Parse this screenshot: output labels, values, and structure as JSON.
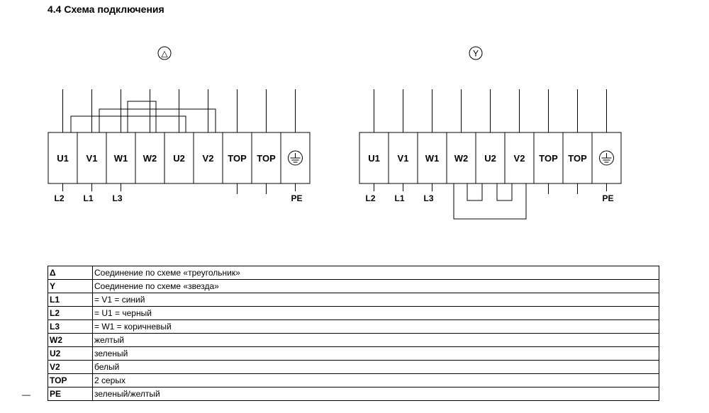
{
  "heading": "4.4 Схема подключения",
  "delta_symbol": "△",
  "star_symbol": "Y",
  "left_terminals": [
    "U1",
    "V1",
    "W1",
    "W2",
    "U2",
    "V2",
    "TOP",
    "TOP"
  ],
  "right_terminals": [
    "U1",
    "V1",
    "W1",
    "W2",
    "U2",
    "V2",
    "TOP",
    "TOP"
  ],
  "left_bottom_labels": [
    "L2",
    "L1",
    "L3",
    "PE"
  ],
  "right_bottom_labels": [
    "L2",
    "L1",
    "L3",
    "PE"
  ],
  "earth_icon": "ground-icon",
  "legend": [
    {
      "code": "Δ",
      "desc": "Соединение по схеме «треугольник»"
    },
    {
      "code": "Y",
      "desc": "Соединение по схеме «звезда»"
    },
    {
      "code": "L1",
      "desc": "= V1 = синий"
    },
    {
      "code": "L2",
      "desc": "= U1 = черный"
    },
    {
      "code": "L3",
      "desc": "= W1 = коричневый"
    },
    {
      "code": "W2",
      "desc": "желтый"
    },
    {
      "code": "U2",
      "desc": "зеленый"
    },
    {
      "code": "V2",
      "desc": "белый"
    },
    {
      "code": "TOP",
      "desc": "2 серых"
    },
    {
      "code": "PE",
      "desc": "зеленый/желтый"
    }
  ],
  "margin_mark": "—"
}
